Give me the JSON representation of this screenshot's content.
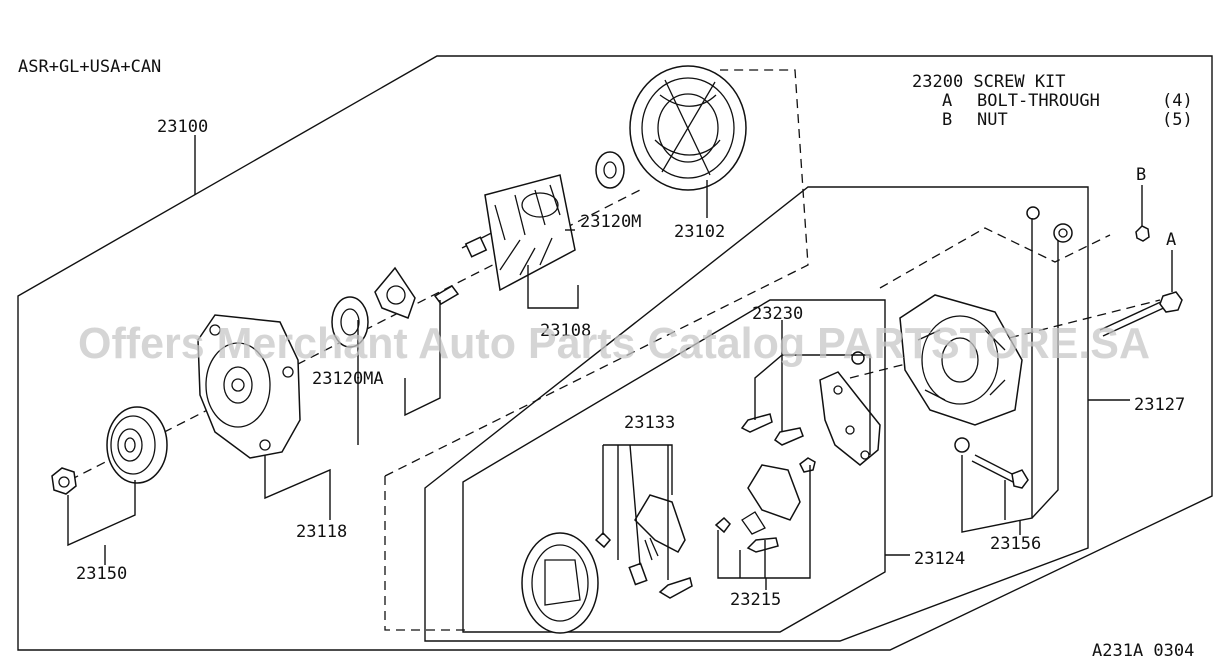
{
  "header": {
    "application": "ASR+GL+USA+CAN"
  },
  "screw_kit": {
    "title": "23200 SCREW KIT",
    "items": [
      {
        "key": "A",
        "name": "BOLT-THROUGH",
        "qty": "(4)"
      },
      {
        "key": "B",
        "name": "NUT",
        "qty": "(5)"
      }
    ]
  },
  "parts": {
    "p23100": "23100",
    "p23102": "23102",
    "p23120m": "23120M",
    "p23108": "23108",
    "p23120ma": "23120MA",
    "p23118": "23118",
    "p23150": "23150",
    "p23230": "23230",
    "p23133": "23133",
    "p23127": "23127",
    "p23124": "23124",
    "p23156": "23156",
    "p23215": "23215",
    "callout_a": "A",
    "callout_b": "B"
  },
  "watermark": "Offers Merchant Auto Parts Catalog PARTSTORE.SA",
  "figure_code": "A231A 0304"
}
